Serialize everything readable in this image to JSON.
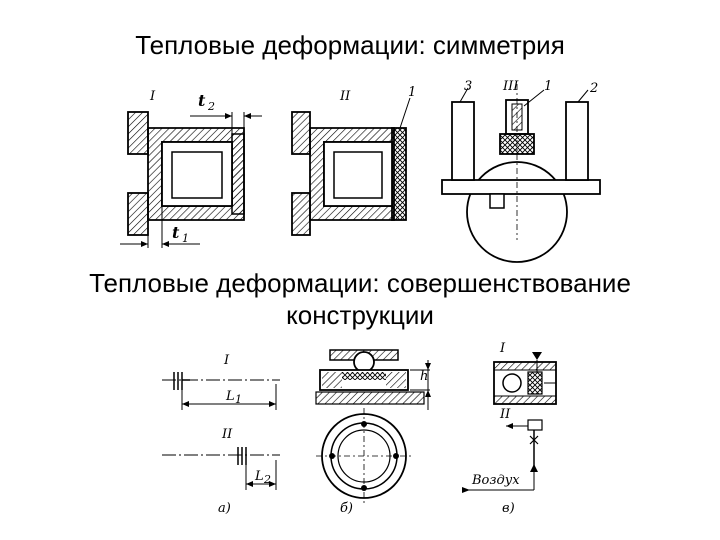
{
  "titles": {
    "symmetry": "Тепловые деформации: симметрия",
    "improvement_line1": "Тепловые деформации: совершенствование",
    "improvement_line2": "конструкции"
  },
  "top_figure": {
    "variant_I": "I",
    "variant_II": "II",
    "variant_III": "III",
    "t2": "t",
    "t2_sub": "2",
    "t1": "t",
    "t1_sub": "1",
    "label_1a": "1",
    "label_1b": "1",
    "label_2": "2",
    "label_3": "3"
  },
  "bottom_figure": {
    "a_I": "I",
    "a_II": "II",
    "L1": "L",
    "L1_sub": "1",
    "L2": "L",
    "L2_sub": "2",
    "h": "h",
    "c_I": "I",
    "c_II": "II",
    "air": "Воздух",
    "caption_a": "а)",
    "caption_b": "б)",
    "caption_c": "в)"
  }
}
